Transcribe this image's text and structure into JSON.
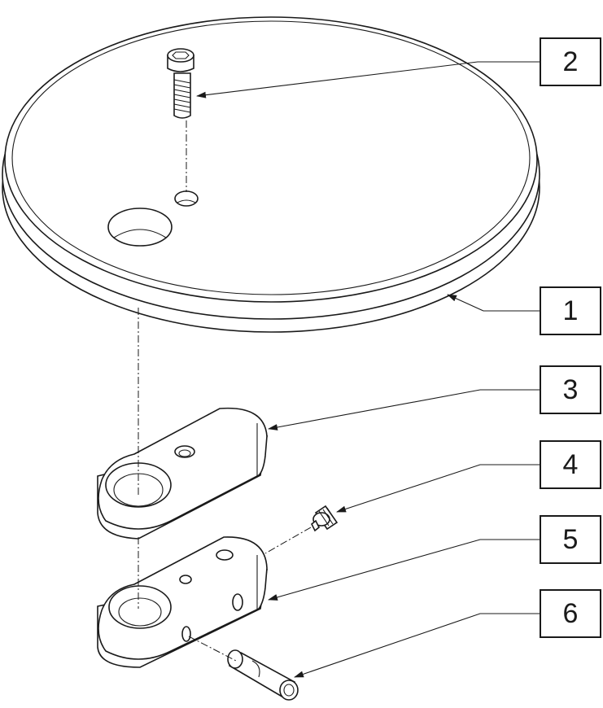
{
  "callouts": [
    {
      "label": "1"
    },
    {
      "label": "2"
    },
    {
      "label": "3"
    },
    {
      "label": "4"
    },
    {
      "label": "5"
    },
    {
      "label": "6"
    }
  ],
  "colors": {
    "line": "#1a1a1a",
    "background": "#ffffff"
  }
}
